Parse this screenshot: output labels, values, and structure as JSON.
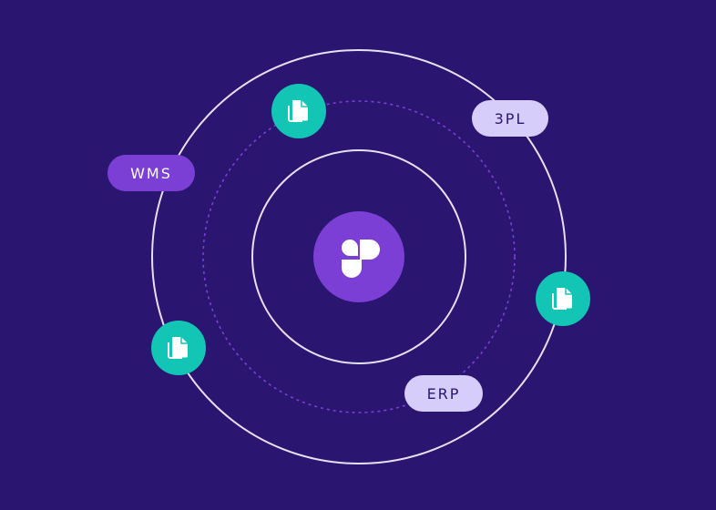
{
  "colors": {
    "background": "#2a1670",
    "accent": "#7b3fd6",
    "teal": "#13c5b5",
    "light_pill": "#d7cdfb",
    "ring": "#e6e0f5"
  },
  "labels": {
    "wms": "WMS",
    "pl3": "3PL",
    "erp": "ERP"
  },
  "icons": {
    "center": "logo-icon",
    "nodes": "documents-icon"
  }
}
